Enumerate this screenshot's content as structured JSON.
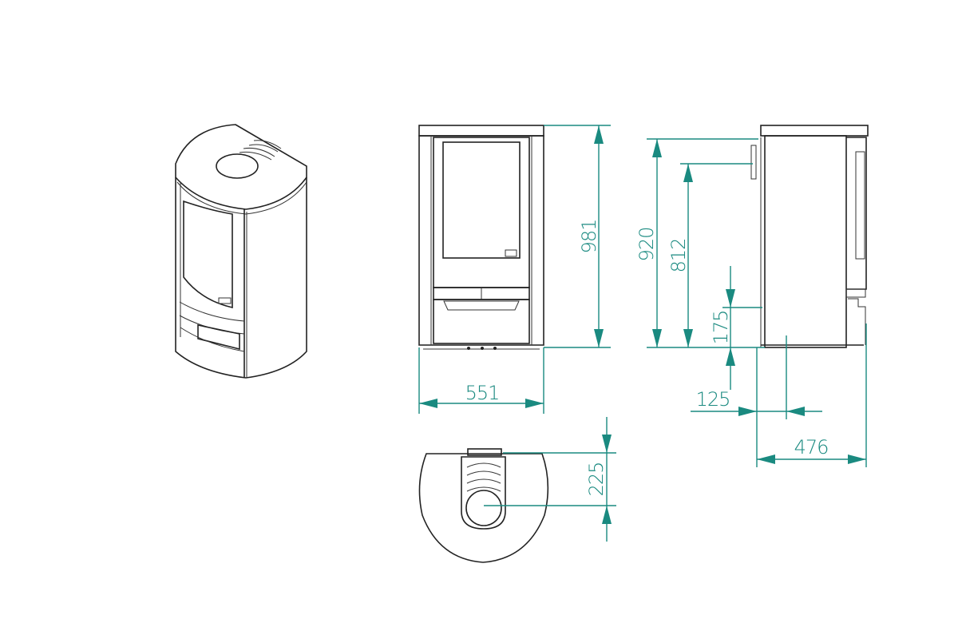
{
  "colors": {
    "dimension": "#1a8a80",
    "outline": "#222222",
    "background": "#ffffff"
  },
  "dimensions": {
    "front_height": "981",
    "front_width": "551",
    "side_height_total": "920",
    "side_flue_height": "812",
    "side_air_inlet_height": "175",
    "side_flue_offset": "125",
    "side_depth": "476",
    "top_flue_offset": "225"
  }
}
